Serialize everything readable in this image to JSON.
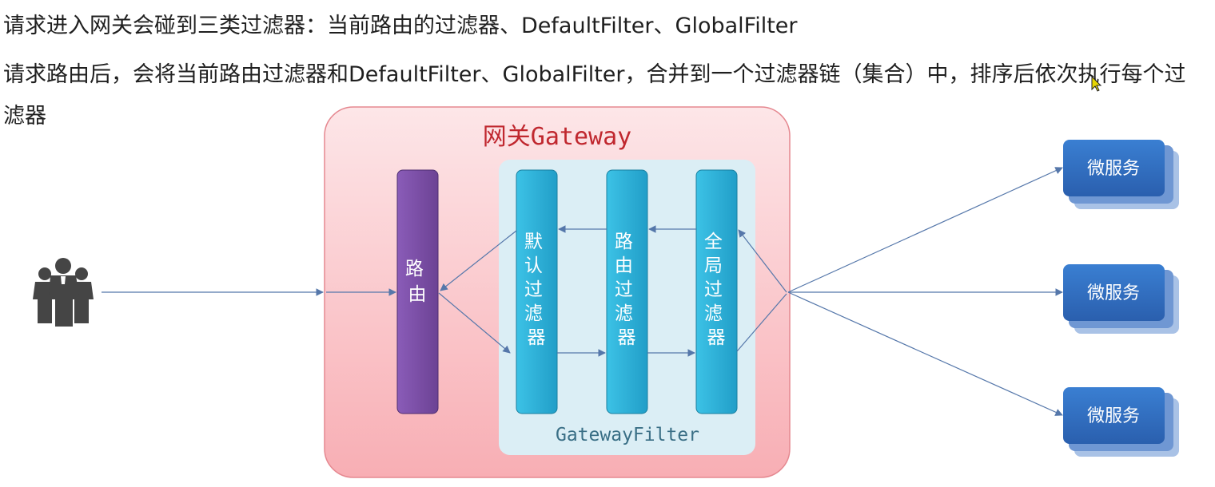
{
  "text": {
    "line1": "请求进入网关会碰到三类过滤器：当前路由的过滤器、DefaultFilter、GlobalFilter",
    "line2": "请求路由后，会将当前路由过滤器和DefaultFilter、GlobalFilter，合并到一个过滤器链（集合）中，排序后依次执行每个过滤器"
  },
  "diagram": {
    "gateway_title": "网关Gateway",
    "router_label": "路由",
    "filters": [
      {
        "label": "默认过滤器"
      },
      {
        "label": "路由过滤器"
      },
      {
        "label": "全局过滤器"
      }
    ],
    "filter_group_label": "GatewayFilter",
    "services": [
      {
        "label": "微服务"
      },
      {
        "label": "微服务"
      },
      {
        "label": "微服务"
      }
    ],
    "icons": {
      "users": "users-group-icon",
      "cursor": "mouse-cursor-icon"
    },
    "colors": {
      "gateway_fill": "#fcd6d9",
      "gateway_border": "#e58890",
      "gateway_title": "#c0282f",
      "router": "#7a4fa6",
      "filter": "#2bb3d9",
      "filter_group_bg": "#dbeef5",
      "service": "#2f6cc0",
      "arrow": "#5577aa",
      "people": "#444444"
    }
  }
}
